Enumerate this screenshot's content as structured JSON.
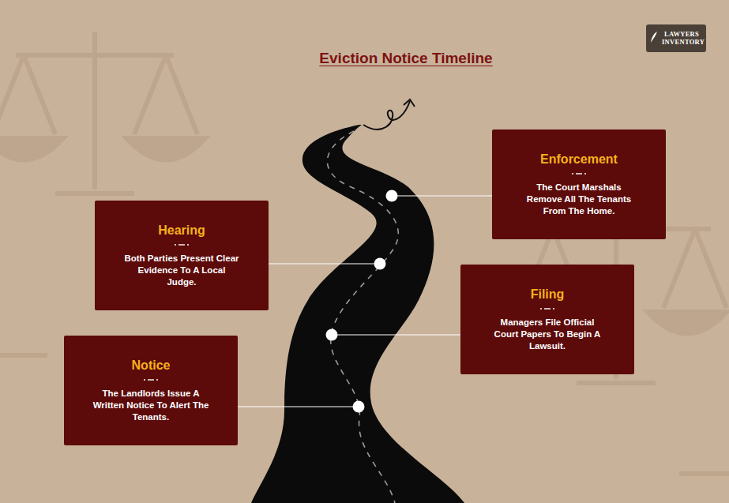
{
  "diagram": {
    "title": "Eviction Notice Timeline",
    "nodes": [
      {
        "text": [
          "LAWYERS INVENTORY"
        ]
      },
      {
        "text": [
          "Enforcement",
          "The Court Marshals Remove All The Tenants From The Home."
        ]
      },
      {
        "text": [
          "Hearing",
          "Both Parties Present Clear Evidence To A Local Judge."
        ]
      },
      {
        "text": [
          "Filing",
          "Managers File Official Court Papers To Begin A Lawsuit."
        ]
      },
      {
        "text": [
          "Notice",
          "The Landlords Issue A Written Notice To Alert The Tenants."
        ]
      }
    ]
  }
}
